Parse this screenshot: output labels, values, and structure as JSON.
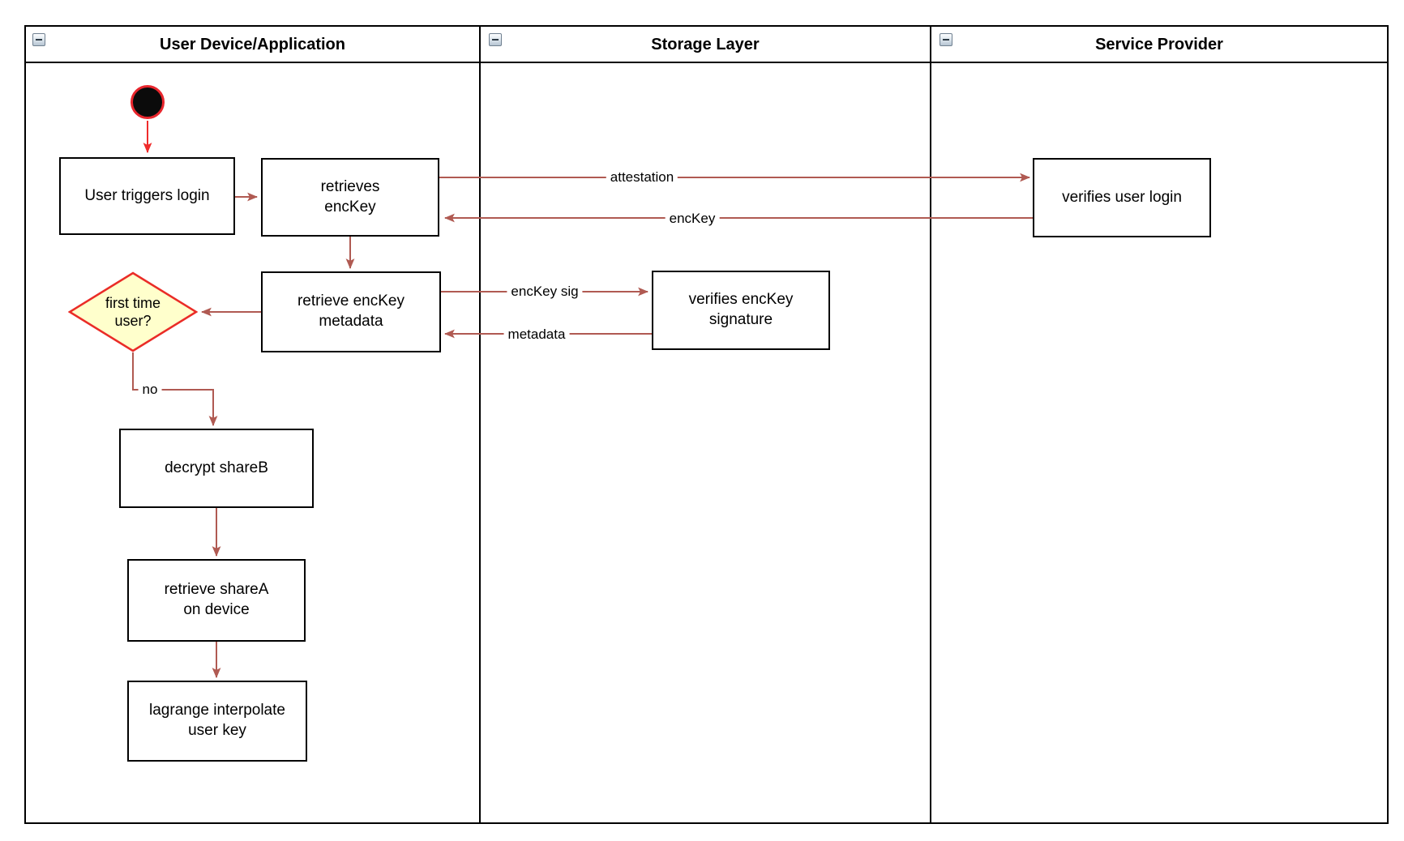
{
  "diagram": {
    "lanes": [
      {
        "title": "User Device/Application"
      },
      {
        "title": "Storage Layer"
      },
      {
        "title": "Service Provider"
      }
    ],
    "nodes": {
      "user_triggers_login": {
        "label": "User triggers login"
      },
      "retrieves_enckey": {
        "label": "retrieves\nencKey"
      },
      "retrieve_enckey_metadata": {
        "label": "retrieve encKey\nmetadata"
      },
      "first_time_user": {
        "label": "first time\nuser?"
      },
      "decrypt_shareb": {
        "label": "decrypt shareB"
      },
      "retrieve_sharea": {
        "label": "retrieve shareA\non device"
      },
      "lagrange_interpolate": {
        "label": "lagrange interpolate\nuser key"
      },
      "verifies_enckey_signature": {
        "label": "verifies encKey\nsignature"
      },
      "verifies_user_login": {
        "label": "verifies user login"
      }
    },
    "edge_labels": {
      "attestation": "attestation",
      "enckey": "encKey",
      "enckey_sig": "encKey sig",
      "metadata": "metadata",
      "no": "no"
    },
    "colors": {
      "arrow": "#b05a52",
      "start_arrow": "#ef2b2b",
      "start_ring": "#e8262d",
      "start_fill": "#0b0b0b",
      "decision_fill": "#ffffcc",
      "decision_border": "#ea2c27",
      "box_border": "#000000",
      "box_fill": "#ffffff",
      "lane_border": "#000000",
      "header_text": "#000000",
      "label_text": "#000000"
    }
  }
}
